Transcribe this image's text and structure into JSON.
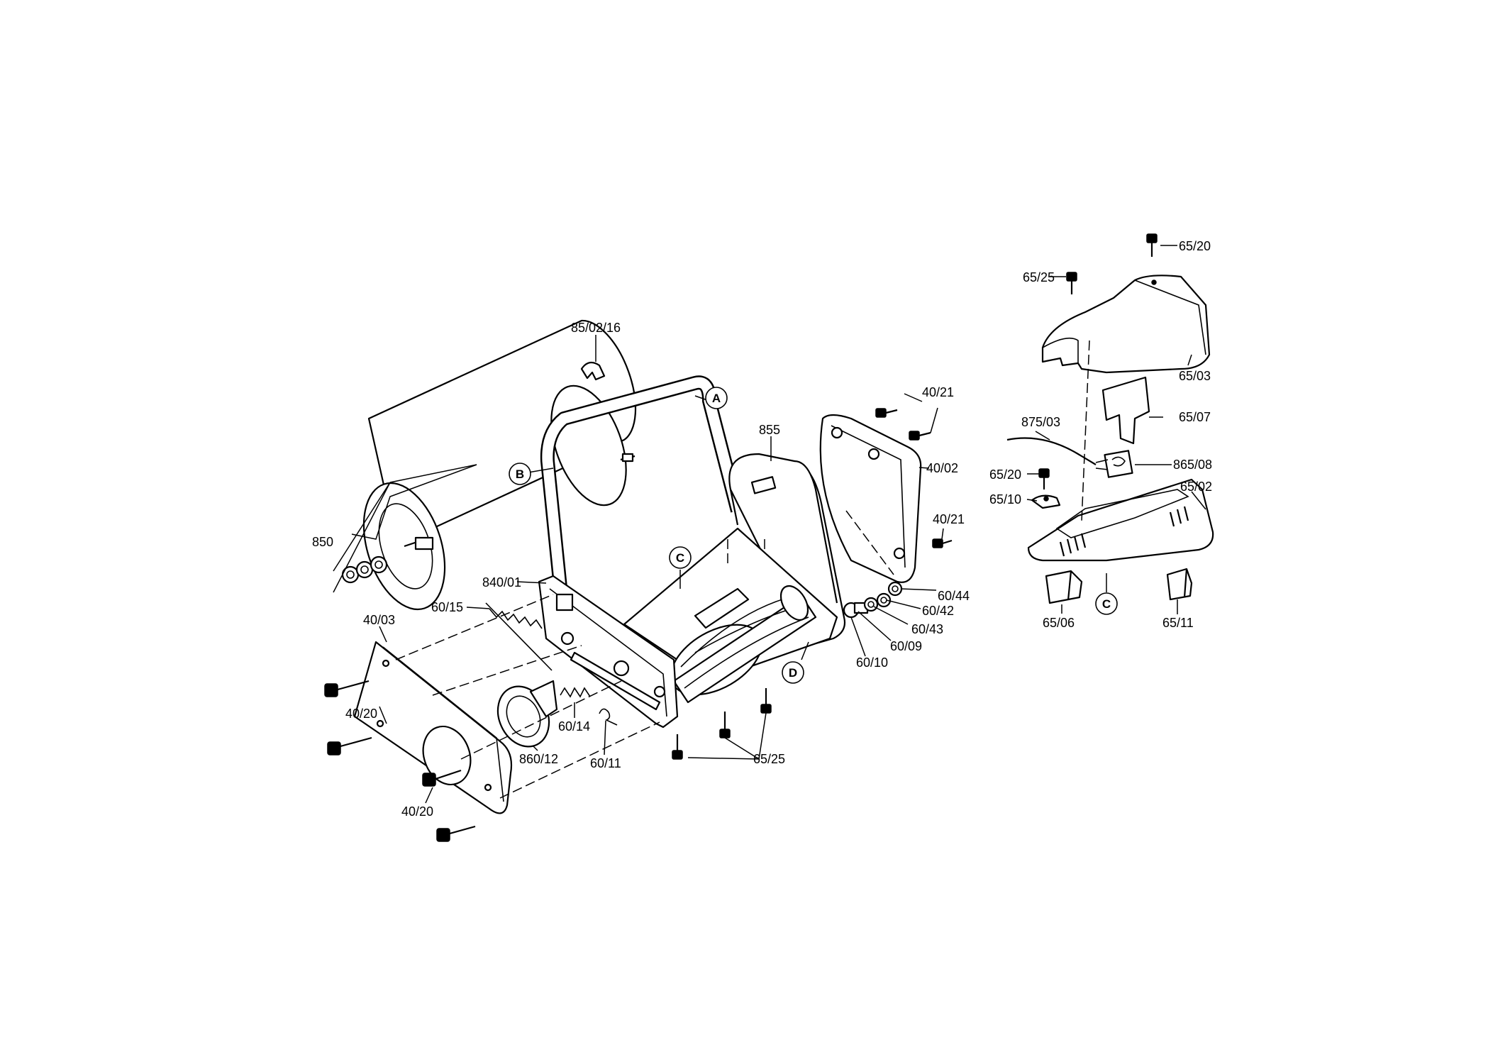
{
  "callouts": {
    "c_85_02_16": "85/02/16",
    "c_855": "855",
    "c_850": "850",
    "c_840_01": "840/01",
    "c_60_15": "60/15",
    "c_40_03": "40/03",
    "c_40_20_a": "40/20",
    "c_40_20_b": "40/20",
    "c_860_12": "860/12",
    "c_60_14": "60/14",
    "c_60_11": "60/11",
    "c_65_25_bottom": "65/25",
    "c_40_21_top": "40/21",
    "c_40_02": "40/02",
    "c_40_21_mid": "40/21",
    "c_60_44": "60/44",
    "c_60_42": "60/42",
    "c_60_43": "60/43",
    "c_60_09": "60/09",
    "c_60_10": "60/10",
    "c_65_20_top": "65/20",
    "c_65_25_top": "65/25",
    "c_65_03": "65/03",
    "c_65_07": "65/07",
    "c_875_03": "875/03",
    "c_865_08": "865/08",
    "c_65_20_mid": "65/20",
    "c_65_10": "65/10",
    "c_65_02": "65/02",
    "c_65_06": "65/06",
    "c_65_11": "65/11"
  },
  "markers": {
    "m_a": "A",
    "m_b": "B",
    "m_c_left": "C",
    "m_c_right": "C",
    "m_d": "D"
  }
}
